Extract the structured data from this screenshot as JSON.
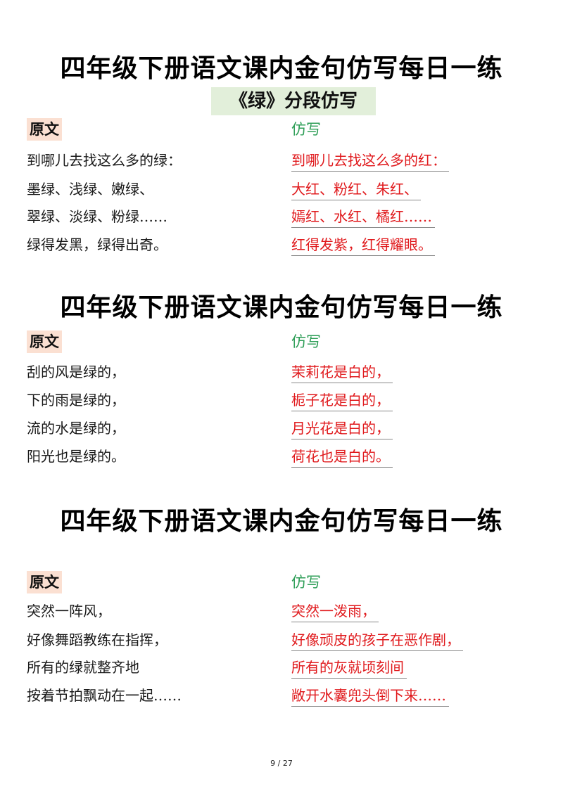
{
  "title": "四年级下册语文课内金句仿写每日一练",
  "subtitle": "《绿》分段仿写",
  "label_original": "原文",
  "label_imitation": "仿写",
  "sections": [
    {
      "original": [
        "到哪儿去找这么多的绿：",
        "墨绿、浅绿、嫩绿、",
        "翠绿、淡绿、粉绿……",
        "绿得发黑，绿得出奇。"
      ],
      "imitation": [
        "到哪儿去找这么多的红：",
        "大红、粉红、朱红、",
        "嫣红、水红、橘红……",
        "红得发紫，红得耀眼。"
      ]
    },
    {
      "original": [
        "刮的风是绿的，",
        "下的雨是绿的，",
        "流的水是绿的，",
        "阳光也是绿的。"
      ],
      "imitation": [
        "茉莉花是白的，",
        "栀子花是白的，",
        "月光花是白的，",
        "荷花也是白的。"
      ]
    },
    {
      "original": [
        "突然一阵风，",
        "好像舞蹈教练在指挥，",
        "所有的绿就整齐地",
        "按着节拍飘动在一起……"
      ],
      "imitation": [
        "突然一泼雨，",
        "好像顽皮的孩子在恶作剧，",
        "所有的灰就顷刻间",
        "敞开水囊兜头倒下来……"
      ]
    }
  ],
  "footer": "9 / 27",
  "colors": {
    "imitation_text": "#e0191c",
    "imitation_label": "#2e9e57",
    "original_label_bg": "#fbe0d2",
    "subtitle_bg": "#e2efda"
  }
}
